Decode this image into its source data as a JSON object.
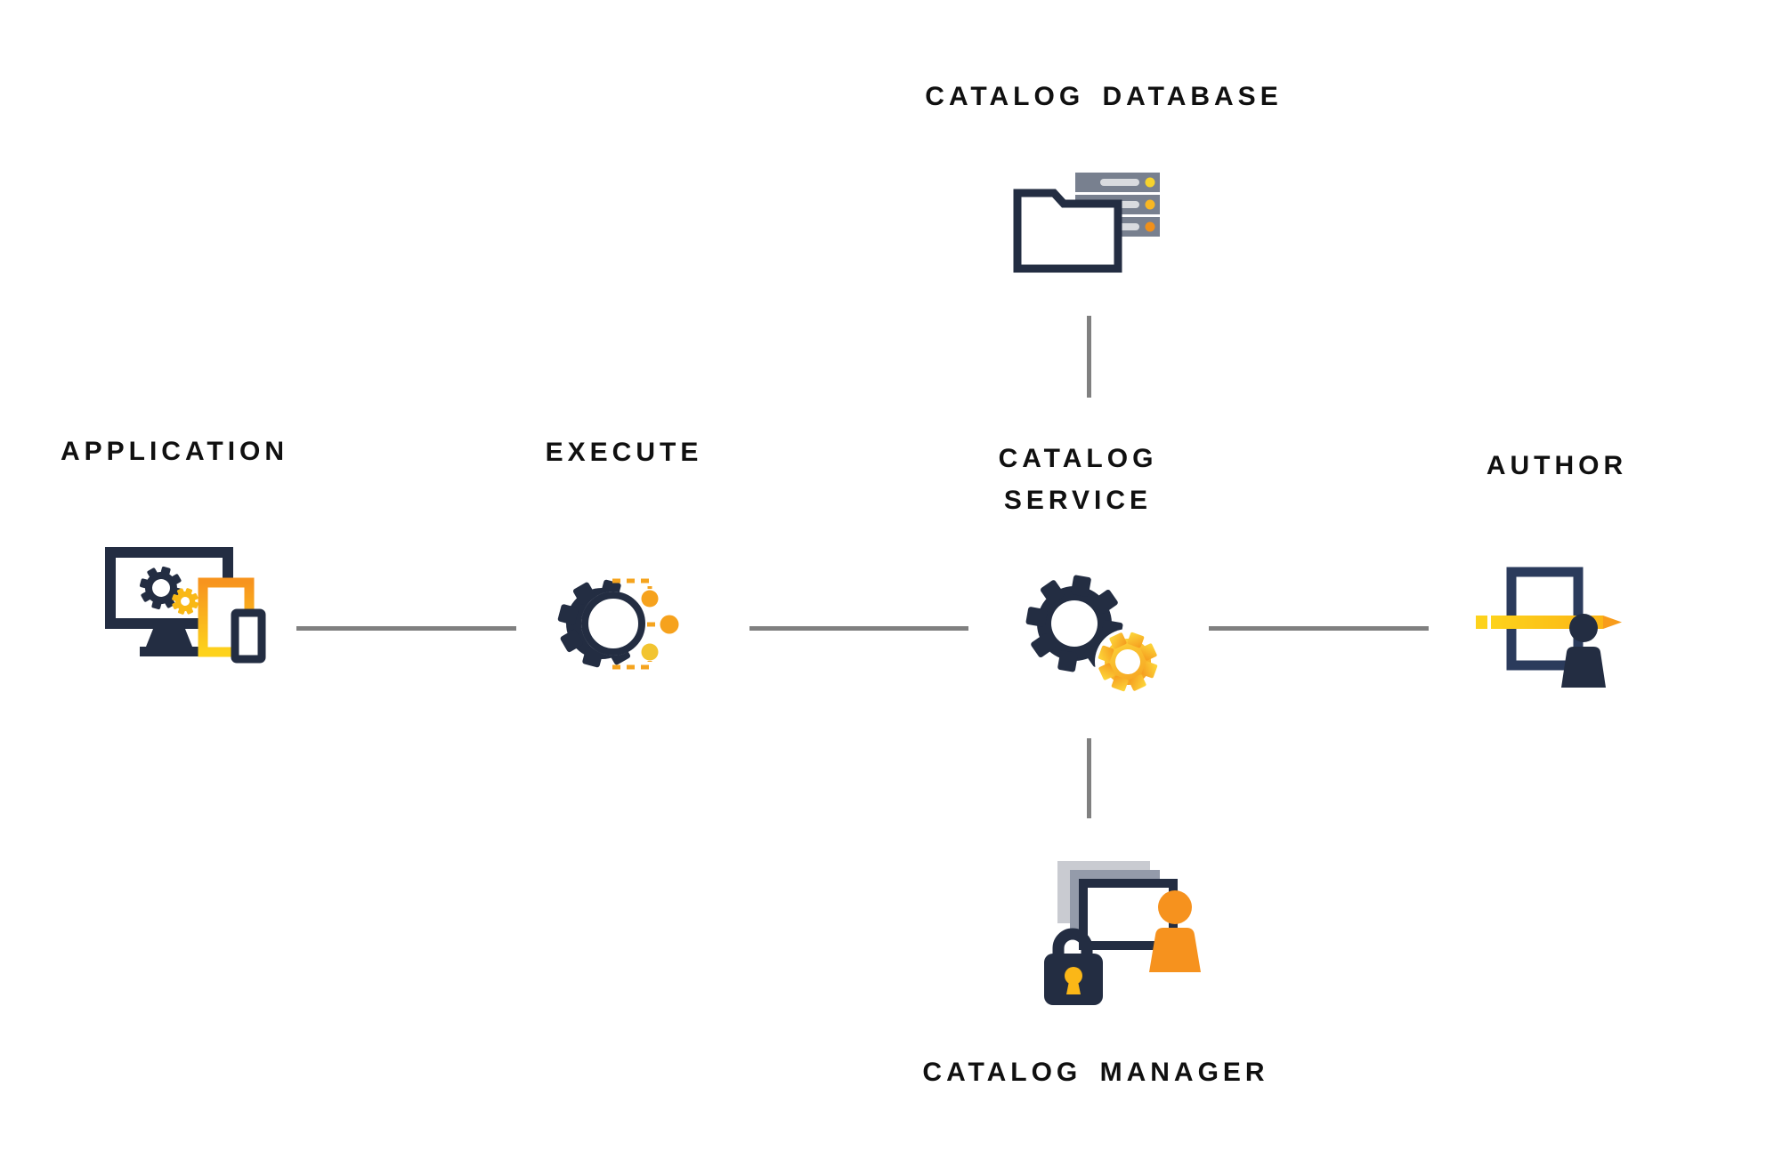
{
  "diagram": {
    "nodes": {
      "catalog_database": {
        "label": "CATALOG DATABASE",
        "icon": "folder-server-icon"
      },
      "application": {
        "label": "APPLICATION",
        "icon": "devices-gears-icon"
      },
      "execute": {
        "label": "EXECUTE",
        "icon": "gear-output-flow-icon"
      },
      "catalog_service": {
        "label": "CATALOG\nSERVICE",
        "icon": "double-gear-icon"
      },
      "author": {
        "label": "AUTHOR",
        "icon": "document-pencil-user-icon"
      },
      "catalog_manager": {
        "label": "CATALOG MANAGER",
        "icon": "locked-screens-user-icon"
      }
    },
    "connections": [
      {
        "from": "catalog_database",
        "to": "catalog_service",
        "direction": "vertical"
      },
      {
        "from": "application",
        "to": "execute",
        "direction": "horizontal"
      },
      {
        "from": "execute",
        "to": "catalog_service",
        "direction": "horizontal"
      },
      {
        "from": "catalog_service",
        "to": "author",
        "direction": "horizontal"
      },
      {
        "from": "catalog_service",
        "to": "catalog_manager",
        "direction": "vertical"
      }
    ],
    "palette": {
      "navy": "#232D42",
      "page_navy": "#2B3B5C",
      "yellow": "#FDD21C",
      "gold": "#F9B821",
      "orange": "#F6921E",
      "server_gray": "#78808F",
      "card_gray_light": "#C9CBD1",
      "card_gray_dark": "#949BAA",
      "pill_gray": "#D9DBDF",
      "line_gray": "#808080",
      "text": "#101010"
    }
  }
}
